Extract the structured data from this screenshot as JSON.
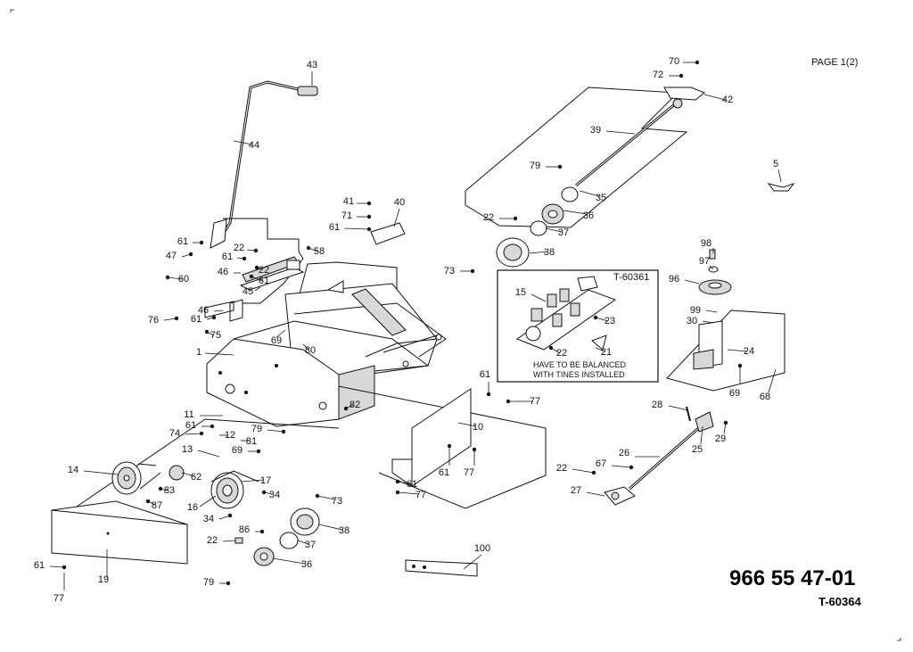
{
  "page_label": "PAGE 1(2)",
  "part_number": "966 55 47-01",
  "diagram_code": "T-60364",
  "inset": {
    "code": "T-60361",
    "note_line1": "HAVE TO BE BALANCED",
    "note_line2": "WITH TINES INSTALLED"
  },
  "callouts": [
    "1",
    "5",
    "10",
    "11",
    "12",
    "13",
    "14",
    "15",
    "16",
    "17",
    "19",
    "21",
    "22",
    "23",
    "24",
    "25",
    "26",
    "27",
    "28",
    "29",
    "30",
    "34",
    "35",
    "36",
    "37",
    "38",
    "39",
    "40",
    "41",
    "42",
    "43",
    "44",
    "45",
    "46",
    "47",
    "58",
    "60",
    "61",
    "62",
    "67",
    "68",
    "69",
    "70",
    "71",
    "72",
    "73",
    "74",
    "75",
    "76",
    "77",
    "79",
    "80",
    "81",
    "82",
    "83",
    "86",
    "87",
    "96",
    "97",
    "98",
    "99",
    "100"
  ]
}
